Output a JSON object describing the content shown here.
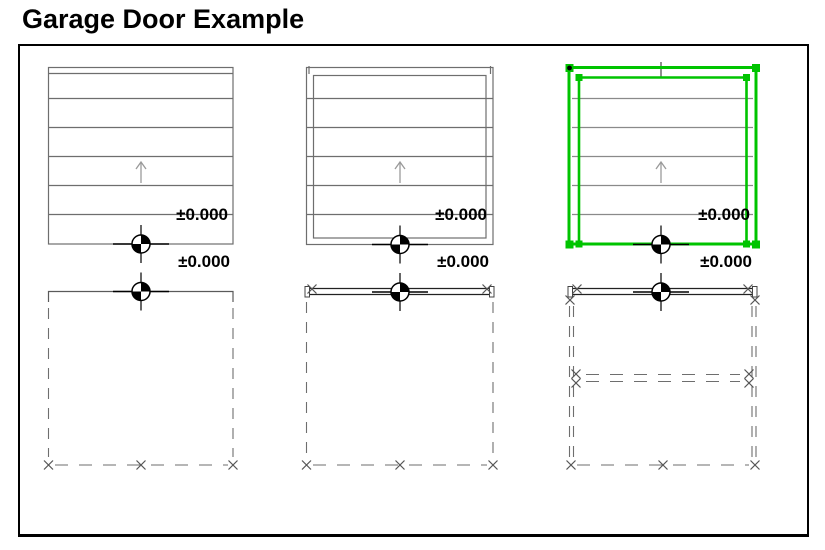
{
  "page": {
    "title": "Garage Door Example"
  },
  "colors": {
    "selection_green": "#00c400",
    "line_gray": "#6e6e6e",
    "panel_gray": "#8a8a8a",
    "arrow_gray": "#9a9a9a",
    "black": "#000000",
    "background": "#ffffff"
  },
  "doors": [
    {
      "name": "garage-door-symbol-plain",
      "level_upper": "±0.000",
      "level_lower": "±0.000"
    },
    {
      "name": "garage-door-symbol-framed",
      "level_upper": "±0.000",
      "level_lower": "±0.000"
    },
    {
      "name": "garage-door-symbol-selected",
      "level_upper": "±0.000",
      "level_lower": "±0.000"
    }
  ],
  "icons": {
    "level_marker": "datum-level-marker",
    "open_direction": "up-arrow",
    "hotspot": "x-mark",
    "selection_handle": "green-square-handle"
  }
}
